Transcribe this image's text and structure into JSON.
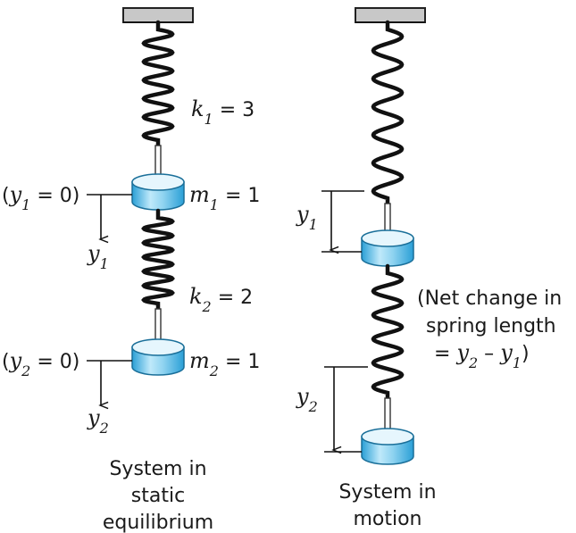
{
  "left_system": {
    "k1_label": {
      "symbol": "k",
      "sub": "1",
      "value": " = 3"
    },
    "m1_label": {
      "symbol": "m",
      "sub": "1",
      "value": " = 1"
    },
    "k2_label": {
      "symbol": "k",
      "sub": "2",
      "value": " = 2"
    },
    "m2_label": {
      "symbol": "m",
      "sub": "2",
      "value": " = 1"
    },
    "eq1": {
      "open": "(",
      "symbol": "y",
      "sub": "1",
      "rest": " = 0)"
    },
    "eq2": {
      "open": "(",
      "symbol": "y",
      "sub": "2",
      "rest": " = 0)"
    },
    "axis1": {
      "symbol": "y",
      "sub": "1"
    },
    "axis2": {
      "symbol": "y",
      "sub": "2"
    },
    "caption": [
      "System in",
      "static",
      "equilibrium"
    ]
  },
  "right_system": {
    "disp1": {
      "symbol": "y",
      "sub": "1"
    },
    "disp2": {
      "symbol": "y",
      "sub": "2"
    },
    "note_line1": "(Net change in",
    "note_line2": "spring length",
    "note_line3": {
      "prefix": "= ",
      "a": "y",
      "a_sub": "2",
      "minus": " – ",
      "b": "y",
      "b_sub": "1",
      "close": ")"
    },
    "caption": [
      "System in",
      "motion"
    ]
  },
  "colors": {
    "mass_light": "#e6f6fd",
    "mass_mid": "#8fd3f0",
    "mass_dark": "#2a9fd6",
    "ceiling": "#c8c8c8"
  }
}
